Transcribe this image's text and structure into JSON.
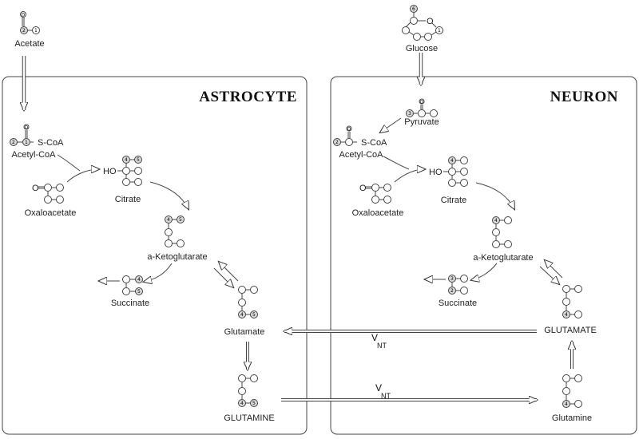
{
  "titles": {
    "astrocyte": "ASTROCYTE",
    "neuron": "NEURON"
  },
  "external": {
    "acetate": "Acetate",
    "glucose": "Glucose"
  },
  "astrocyte": {
    "acetyl_coa": "Acetyl-CoA",
    "s_coa": "S-CoA",
    "oxaloacetate": "Oxaloacetate",
    "citrate": "Citrate",
    "ho": "HO",
    "a_ketoglutarate": "a-Ketoglutarate",
    "succinate": "Succinate",
    "glutamate": "Glutamate",
    "glutamine": "GLUTAMINE"
  },
  "neuron": {
    "pyruvate": "Pyruvate",
    "acetyl_coa": "Acetyl-CoA",
    "s_coa": "S-CoA",
    "oxaloacetate": "Oxaloacetate",
    "citrate": "Citrate",
    "ho": "HO",
    "a_ketoglutarate": "a-Ketoglutarate",
    "succinate": "Succinate",
    "glutamate": "GLUTAMATE",
    "glutamine": "Glutamine"
  },
  "transport": {
    "v": "V",
    "sub": "NT"
  },
  "atom_numbers": {
    "one": "1",
    "two": "2",
    "three": "3",
    "four": "4",
    "five": "5",
    "six": "6"
  },
  "atom_O": "O"
}
